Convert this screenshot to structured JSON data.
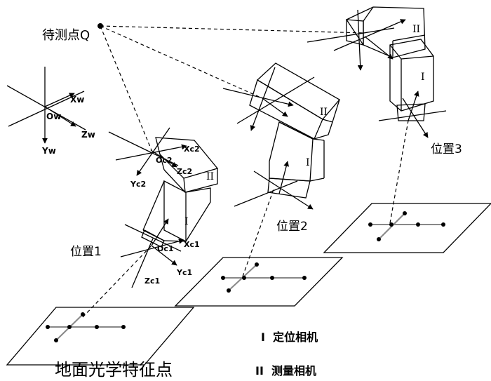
{
  "labels": {
    "target_point": "待测点Q",
    "world_origin": "Ow",
    "world_x": "Xw",
    "world_y": "Yw",
    "world_z": "Zw",
    "position1": "位置1",
    "position2": "位置2",
    "position3": "位置3",
    "oc1": "Oc1",
    "xc1": "Xc1",
    "yc1": "Yc1",
    "zc1": "Zc1",
    "oc2": "Oc2",
    "xc2": "Xc2",
    "yc2": "Yc2",
    "zc2": "Zc2",
    "cam1_mark": "I",
    "cam2_mark": "II",
    "legend1": "I  定位相机",
    "legend2": "II  测量相机",
    "caption": "地面光学特征点"
  },
  "colors": {
    "line": "#000000",
    "feature_line": "#888888"
  }
}
